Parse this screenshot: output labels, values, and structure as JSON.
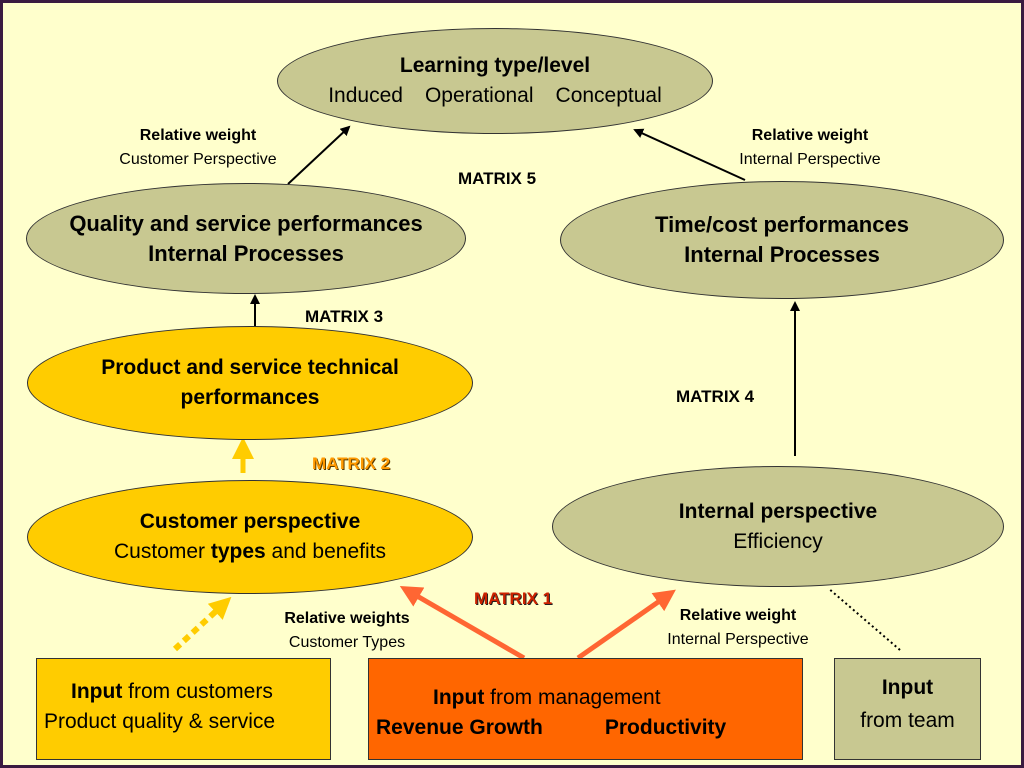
{
  "nodes": {
    "learning": {
      "title": "Learning type/level",
      "options": [
        "Induced",
        "Operational",
        "Conceptual"
      ]
    },
    "quality": {
      "line1": "Quality and service performances",
      "line2": "Internal Processes"
    },
    "timecost": {
      "line1": "Time/cost performances",
      "line2": "Internal Processes"
    },
    "technical": {
      "line1": "Product and service technical",
      "line2": "performances"
    },
    "customer": {
      "title": "Customer perspective",
      "sub_pre": "Customer ",
      "sub_bold": "types",
      "sub_post": " and benefits"
    },
    "internal": {
      "title": "Internal perspective",
      "sub": "Efficiency"
    }
  },
  "inputs": {
    "customers": {
      "bold": "Input",
      "rest": " from customers",
      "line2": "Product quality & service"
    },
    "management": {
      "bold": "Input",
      "rest": " from management",
      "left": "Revenue Growth",
      "right": "Productivity"
    },
    "team": {
      "bold": "Input",
      "line2": "from team"
    }
  },
  "labels": {
    "rw_customer": {
      "title": "Relative weight",
      "sub": "Customer Perspective"
    },
    "rw_internal_top": {
      "title": "Relative weight",
      "sub": "Internal Perspective"
    },
    "rw_types": {
      "title": "Relative weights",
      "sub": "Customer Types"
    },
    "rw_internal_bottom": {
      "title": "Relative weight",
      "sub": "Internal Perspective"
    }
  },
  "matrices": {
    "m1": "MATRIX 1",
    "m2": "MATRIX 2",
    "m3": "MATRIX 3",
    "m4": "MATRIX 4",
    "m5": "MATRIX 5"
  },
  "colors": {
    "background": "#ffffcc",
    "olive": "#c8c891",
    "gold": "#ffcc00",
    "management_box": "#ff6600",
    "arrow_orange": "#ff6633",
    "arrow_gold": "#ffcc00",
    "border": "#3a1a40"
  }
}
